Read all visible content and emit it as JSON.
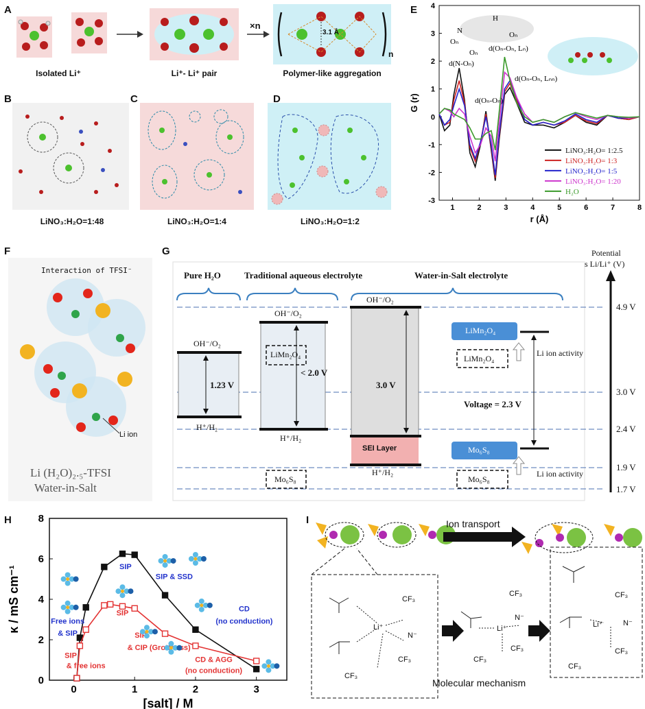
{
  "figure": {
    "panel_labels": {
      "A": "A",
      "B": "B",
      "C": "C",
      "D": "D",
      "E": "E",
      "F": "F",
      "G": "G",
      "H": "H",
      "I": "I"
    },
    "A": {
      "captions": [
        "Isolated Li⁺",
        "Li⁺- Li⁺ pair",
        "Polymer-like aggregation"
      ],
      "distance": "3.1 Å",
      "multiplier": "×n",
      "subscript_n": "n"
    },
    "BCD": {
      "captions": [
        "LiNO₃:H₂O=1:48",
        "LiNO₃:H₂O=1:4",
        "LiNO₃:H₂O=1:2"
      ]
    },
    "E": {
      "annotations": [
        "d(N-Oₙ)",
        "d(Oₙ-Oₙ)",
        "d(Oₙ-Oₙ, Lₙₙ)",
        "d(Oₙ-Oₙ, Lₙ)",
        "Oₙ",
        "N",
        "Oₙ",
        "H",
        "Oₙ"
      ],
      "legend": [
        "LiNO₃:H₂O= 1:2.5",
        "LiNO₃:H₂O= 1:3",
        "LiNO₃:H₂O= 1:5",
        "LiNO₃:H₂O= 1:20",
        "H₂O"
      ]
    },
    "F": {
      "title": "Interaction of TFSI⁻",
      "li_ion": "Li ion",
      "formula": "Li (H₂O)₂.₅-TFSI",
      "name": "Water-in-Salt"
    },
    "G": {
      "headers": [
        "Pure H₂O",
        "Traditional aqueous electrolyte",
        "Water-in-Salt electrolyte"
      ],
      "axis_title_1": "Potential",
      "axis_title_2": "vs Li/Li⁺ (V)",
      "potentials": [
        "4.9 V",
        "3.0 V",
        "2.4 V",
        "1.9 V",
        "1.7 V"
      ],
      "top_labels": [
        "OH⁻/O₂",
        "OH⁻/O₂",
        "OH⁻/O₂"
      ],
      "bottom_labels": [
        "H⁺/H₂",
        "H⁺/H₂",
        "H⁺/H₂"
      ],
      "windows": [
        "1.23 V",
        "< 2.0 V",
        "3.0 V"
      ],
      "sei": "SEI  Layer",
      "limn": "LiMn₂O₄",
      "mos": "Mo₆S₈",
      "voltage": "Voltage = 2.3 V",
      "activity": "Li ion activity"
    },
    "I": {
      "transport": "Ion transport",
      "mechanism": "Molecular mechanism",
      "cf3": "CF₃",
      "li": "Li⁺",
      "n": "N⁻"
    }
  },
  "chart_data": [
    {
      "type": "line",
      "title": "",
      "xlabel": "r (Å)",
      "ylabel": "G (r)",
      "xlim": [
        0.5,
        8
      ],
      "ylim": [
        -3,
        4
      ],
      "xticks": [
        1,
        2,
        3,
        4,
        5,
        6,
        7,
        8
      ],
      "yticks": [
        -3,
        -2,
        -1,
        0,
        1,
        2,
        3,
        4
      ],
      "legend_position": "bottom-right",
      "series": [
        {
          "name": "LiNO₃:H₂O= 1:2.5",
          "color": "#111111",
          "x": [
            0.5,
            0.7,
            0.9,
            1.05,
            1.25,
            1.45,
            1.65,
            1.85,
            2.05,
            2.25,
            2.45,
            2.6,
            2.75,
            2.95,
            3.15,
            3.4,
            3.7,
            4.0,
            4.4,
            4.8,
            5.2,
            5.6,
            6.0,
            6.4,
            6.8,
            7.2,
            7.6,
            8.0
          ],
          "y": [
            0.1,
            -0.5,
            -0.3,
            0.8,
            1.75,
            0.6,
            -1.3,
            -1.8,
            -1.0,
            0.2,
            -1.2,
            -2.3,
            -0.8,
            0.8,
            1.05,
            0.5,
            -0.2,
            -0.3,
            -0.3,
            -0.4,
            -0.2,
            0.05,
            -0.2,
            -0.3,
            0.05,
            -0.05,
            -0.1,
            0.0
          ]
        },
        {
          "name": "LiNO₃:H₂O= 1:3",
          "color": "#cc2222",
          "x": [
            0.5,
            0.7,
            0.9,
            1.05,
            1.25,
            1.45,
            1.65,
            1.85,
            2.05,
            2.25,
            2.45,
            2.6,
            2.75,
            2.95,
            3.15,
            3.4,
            3.7,
            4.0,
            4.4,
            4.8,
            5.2,
            5.6,
            6.0,
            6.4,
            6.8,
            7.2,
            7.6,
            8.0
          ],
          "y": [
            0.1,
            -0.3,
            -0.2,
            0.6,
            1.3,
            0.5,
            -1.1,
            -1.6,
            -0.9,
            0.1,
            -1.1,
            -2.2,
            -0.7,
            0.9,
            1.2,
            0.6,
            -0.1,
            -0.3,
            -0.2,
            -0.3,
            -0.2,
            0.05,
            -0.15,
            -0.25,
            0.05,
            -0.05,
            -0.1,
            0.0
          ]
        },
        {
          "name": "LiNO₃:H₂O= 1:5",
          "color": "#2222cc",
          "x": [
            0.5,
            0.7,
            0.9,
            1.05,
            1.25,
            1.45,
            1.65,
            1.85,
            2.05,
            2.25,
            2.45,
            2.6,
            2.75,
            2.95,
            3.15,
            3.4,
            3.7,
            4.0,
            4.4,
            4.8,
            5.2,
            5.6,
            6.0,
            6.4,
            6.8,
            7.2,
            7.6,
            8.0
          ],
          "y": [
            0.1,
            -0.3,
            -0.1,
            0.4,
            1.0,
            0.4,
            -1.0,
            -1.5,
            -0.9,
            0.0,
            -1.0,
            -2.1,
            -0.6,
            1.0,
            1.3,
            0.7,
            -0.1,
            -0.3,
            -0.2,
            -0.3,
            -0.15,
            0.1,
            -0.1,
            -0.2,
            0.05,
            -0.05,
            -0.05,
            0.0
          ]
        },
        {
          "name": "LiNO₃:H₂O= 1:20",
          "color": "#cc33cc",
          "x": [
            0.5,
            0.7,
            0.9,
            1.05,
            1.25,
            1.45,
            1.65,
            1.85,
            2.05,
            2.25,
            2.45,
            2.6,
            2.75,
            2.95,
            3.15,
            3.4,
            3.7,
            4.0,
            4.4,
            4.8,
            5.2,
            5.6,
            6.0,
            6.4,
            6.8,
            7.2,
            7.6,
            8.0
          ],
          "y": [
            0.1,
            0.3,
            0.2,
            0.0,
            0.3,
            0.1,
            -0.7,
            -1.3,
            -1.0,
            -0.4,
            -0.7,
            -1.6,
            -0.2,
            1.6,
            1.4,
            0.7,
            0.1,
            -0.2,
            -0.1,
            -0.2,
            0.0,
            0.15,
            0.0,
            -0.1,
            0.05,
            0.0,
            -0.05,
            0.0
          ]
        },
        {
          "name": "H₂O",
          "color": "#3a9a2a",
          "x": [
            0.5,
            0.7,
            0.9,
            1.05,
            1.25,
            1.45,
            1.65,
            1.85,
            2.05,
            2.25,
            2.45,
            2.6,
            2.75,
            2.95,
            3.15,
            3.4,
            3.7,
            4.0,
            4.4,
            4.8,
            5.2,
            5.6,
            6.0,
            6.4,
            6.8,
            7.2,
            7.6,
            8.0
          ],
          "y": [
            0.1,
            0.3,
            0.25,
            0.1,
            0.0,
            -0.1,
            -0.4,
            -0.8,
            -0.8,
            -0.6,
            -0.5,
            -1.2,
            0.2,
            2.15,
            1.3,
            0.5,
            0.0,
            -0.2,
            -0.1,
            -0.2,
            0.0,
            0.15,
            0.05,
            -0.05,
            0.05,
            0.0,
            -0.02,
            0.0
          ]
        }
      ]
    },
    {
      "type": "line",
      "title": "",
      "xlabel": "[salt] / M",
      "ylabel": "κ / mS cm⁻¹",
      "xlim": [
        -0.4,
        3.5
      ],
      "ylim": [
        0,
        8
      ],
      "xticks": [
        0,
        1,
        2,
        3
      ],
      "yticks": [
        0,
        2,
        4,
        6,
        8
      ],
      "series": [
        {
          "color": "#111111",
          "marker": "filled-square",
          "x": [
            0.05,
            0.1,
            0.2,
            0.5,
            0.8,
            1.0,
            1.5,
            2.0,
            3.0
          ],
          "y": [
            0.1,
            2.1,
            3.6,
            5.6,
            6.25,
            6.2,
            4.2,
            2.5,
            0.55
          ]
        },
        {
          "color": "#e33333",
          "marker": "open-square",
          "x": [
            0.05,
            0.1,
            0.2,
            0.5,
            0.6,
            0.8,
            1.0,
            1.5,
            2.0,
            3.0
          ],
          "y": [
            0.1,
            1.7,
            2.5,
            3.7,
            3.75,
            3.65,
            3.55,
            2.3,
            1.7,
            0.95
          ]
        }
      ],
      "annotations": [
        {
          "text": "SIP",
          "color": "#2233cc"
        },
        {
          "text": "SIP & SSD",
          "color": "#2233cc"
        },
        {
          "text": "Free ions",
          "color": "#2233cc"
        },
        {
          "text": "& SIP",
          "color": "#2233cc"
        },
        {
          "text": "CD",
          "color": "#2233cc"
        },
        {
          "text": "(no conduction)",
          "color": "#2233cc"
        },
        {
          "text": "SIP",
          "color": "#e33333"
        },
        {
          "text": "SIP",
          "color": "#e33333"
        },
        {
          "text": "& free ions",
          "color": "#e33333"
        },
        {
          "text": "SIP",
          "color": "#e33333"
        },
        {
          "text": "& CIP (Grotthuss)",
          "color": "#e33333"
        },
        {
          "text": "CD & AGG",
          "color": "#e33333"
        },
        {
          "text": "(no conduction)",
          "color": "#e33333"
        }
      ]
    }
  ]
}
